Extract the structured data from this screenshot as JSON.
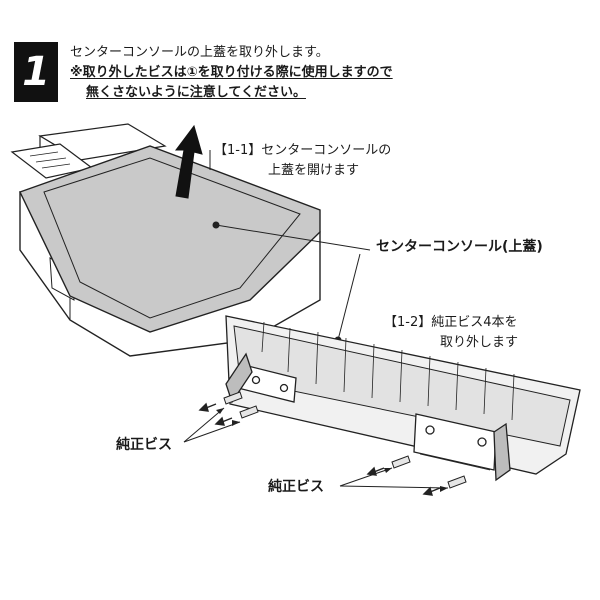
{
  "step": {
    "number": "1"
  },
  "instructions": {
    "line1": "センターコンソールの上蓋を取り外します。",
    "line2": "※取り外したビスは①を取り付ける際に使用しますので",
    "line3": "無くさないように注意してください。"
  },
  "callouts": {
    "step_1_1_line1": "【1-1】センターコンソールの",
    "step_1_1_line2": "上蓋を開けます",
    "console_lid": "センターコンソール(上蓋)",
    "step_1_2_line1": "【1-2】純正ビス4本を",
    "step_1_2_line2": "取り外します",
    "screws_left": "純正ビス",
    "screws_right": "純正ビス"
  },
  "colors": {
    "lid_gray": "#c9c9c9",
    "line": "#222222",
    "badge": "#111111"
  },
  "icons": [
    "up-arrow-icon",
    "screw-icon",
    "removal-arrow-icon"
  ]
}
